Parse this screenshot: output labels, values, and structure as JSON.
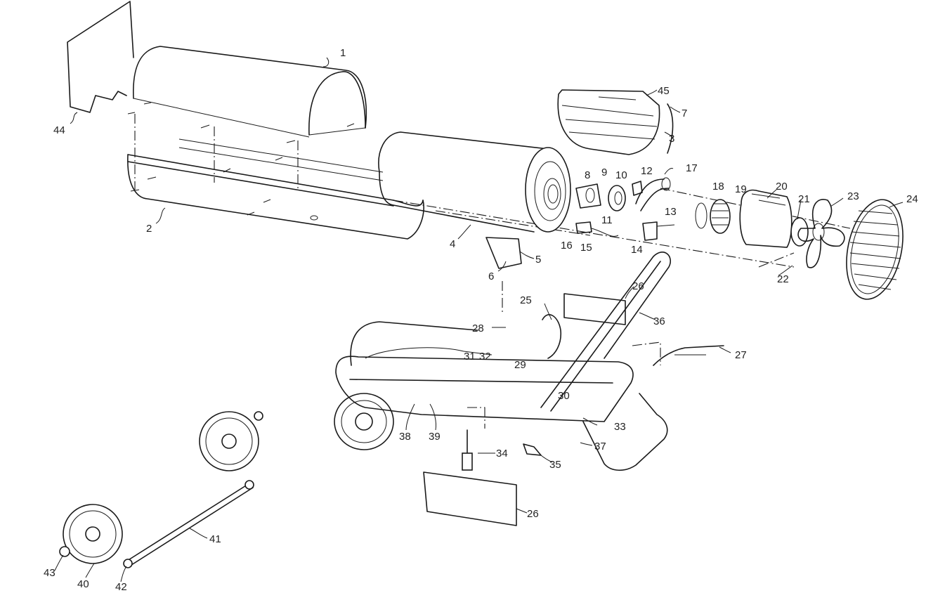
{
  "callouts": [
    {
      "id": "p1",
      "text": "1"
    },
    {
      "id": "p2",
      "text": "2"
    },
    {
      "id": "p3",
      "text": "3"
    },
    {
      "id": "p4",
      "text": "4"
    },
    {
      "id": "p5",
      "text": "5"
    },
    {
      "id": "p6",
      "text": "6"
    },
    {
      "id": "p7",
      "text": "7"
    },
    {
      "id": "p8",
      "text": "8"
    },
    {
      "id": "p9",
      "text": "9"
    },
    {
      "id": "p10",
      "text": "10"
    },
    {
      "id": "p11",
      "text": "11"
    },
    {
      "id": "p12",
      "text": "12"
    },
    {
      "id": "p13",
      "text": "13"
    },
    {
      "id": "p14",
      "text": "14"
    },
    {
      "id": "p15",
      "text": "15"
    },
    {
      "id": "p16",
      "text": "16"
    },
    {
      "id": "p17",
      "text": "17"
    },
    {
      "id": "p18",
      "text": "18"
    },
    {
      "id": "p19",
      "text": "19"
    },
    {
      "id": "p20",
      "text": "20"
    },
    {
      "id": "p21",
      "text": "21"
    },
    {
      "id": "p22",
      "text": "22"
    },
    {
      "id": "p23",
      "text": "23"
    },
    {
      "id": "p24",
      "text": "24"
    },
    {
      "id": "p25",
      "text": "25"
    },
    {
      "id": "p26a",
      "text": "26"
    },
    {
      "id": "p26b",
      "text": "26"
    },
    {
      "id": "p27",
      "text": "27"
    },
    {
      "id": "p28",
      "text": "28"
    },
    {
      "id": "p29",
      "text": "29"
    },
    {
      "id": "p30",
      "text": "30"
    },
    {
      "id": "p31",
      "text": "31"
    },
    {
      "id": "p32",
      "text": "32"
    },
    {
      "id": "p33",
      "text": "33"
    },
    {
      "id": "p34",
      "text": "34"
    },
    {
      "id": "p35",
      "text": "35"
    },
    {
      "id": "p36",
      "text": "36"
    },
    {
      "id": "p37",
      "text": "37"
    },
    {
      "id": "p38",
      "text": "38"
    },
    {
      "id": "p39",
      "text": "39"
    },
    {
      "id": "p40",
      "text": "40"
    },
    {
      "id": "p41",
      "text": "41"
    },
    {
      "id": "p42",
      "text": "42"
    },
    {
      "id": "p43",
      "text": "43"
    },
    {
      "id": "p44",
      "text": "44"
    },
    {
      "id": "p45",
      "text": "45"
    }
  ],
  "colors": {
    "line": "#1a1a1a",
    "background": "#ffffff"
  }
}
